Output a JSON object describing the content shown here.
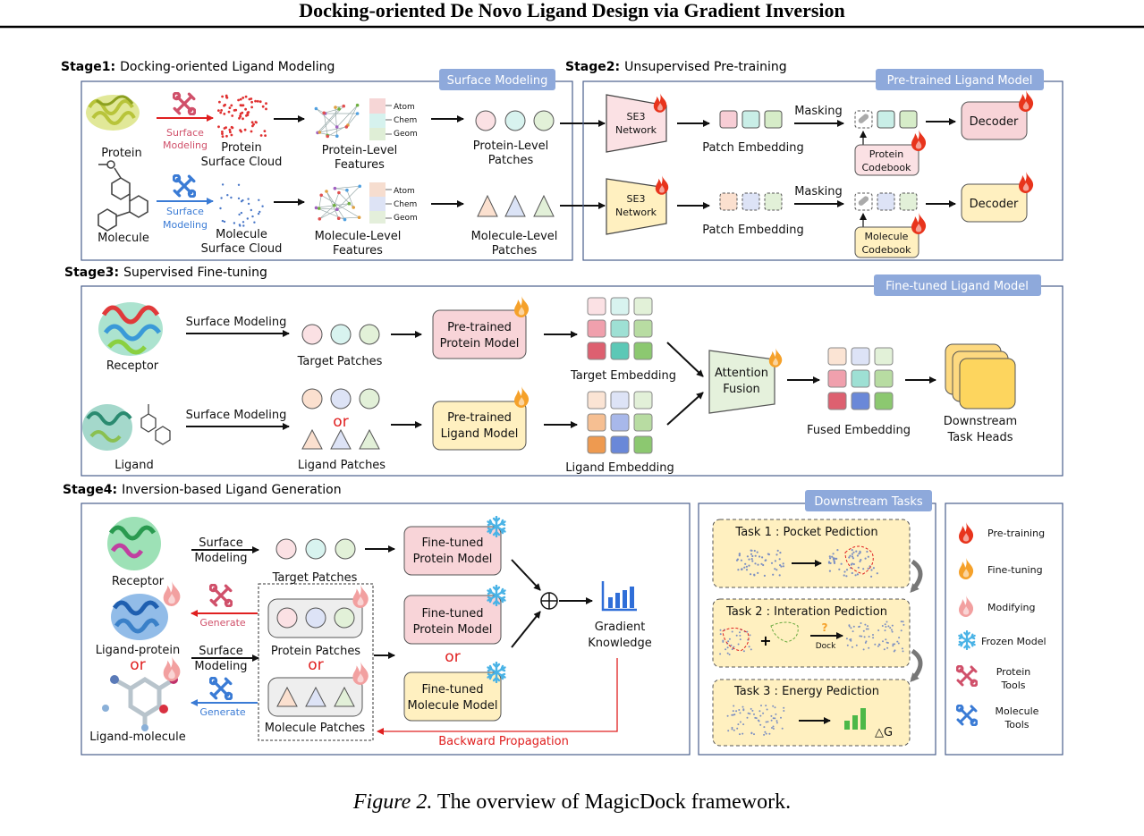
{
  "header": {
    "title": "Docking-oriented De Novo Ligand Design via Gradient Inversion"
  },
  "stage1": {
    "label_bold": "Stage1:",
    "label": "Docking-oriented Ligand Modeling",
    "tag": "Surface Modeling",
    "protein": "Protein",
    "molecule": "Molecule",
    "surface_modeling_1": "Surface",
    "surface_modeling_2": "Modeling",
    "protein_cloud_1": "Protein",
    "protein_cloud_2": "Surface Cloud",
    "molecule_cloud_1": "Molecule",
    "molecule_cloud_2": "Surface Cloud",
    "atom": "Atom",
    "chem": "Chem",
    "geom": "Geom",
    "protein_features_1": "Protein-Level",
    "protein_features_2": "Features",
    "molecule_features_1": "Molecule-Level",
    "molecule_features_2": "Features",
    "protein_patches_1": "Protein-Level",
    "protein_patches_2": "Patches",
    "molecule_patches_1": "Molecule-Level",
    "molecule_patches_2": "Patches"
  },
  "stage2": {
    "label_bold": "Stage2:",
    "label": "Unsupervised Pre-training",
    "tag": "Pre-trained Ligand Model",
    "se3_1": "SE3",
    "se3_2": "Network",
    "patch_embedding": "Patch Embedding",
    "masking": "Masking",
    "decoder": "Decoder",
    "protein_codebook_1": "Protein",
    "protein_codebook_2": "Codebook",
    "molecule_codebook_1": "Molecule",
    "molecule_codebook_2": "Codebook"
  },
  "stage3": {
    "label_bold": "Stage3:",
    "label": "Supervised Fine-tuning",
    "tag": "Fine-tuned Ligand Model",
    "receptor": "Receptor",
    "ligand": "Ligand",
    "surface_modeling": "Surface Modeling",
    "target_patches": "Target Patches",
    "ligand_patches": "Ligand Patches",
    "or": "or",
    "pretrained_protein_1": "Pre-trained",
    "pretrained_protein_2": "Protein Model",
    "pretrained_ligand_1": "Pre-trained",
    "pretrained_ligand_2": "Ligand Model",
    "target_embedding": "Target Embedding",
    "ligand_embedding": "Ligand Embedding",
    "attention_1": "Attention",
    "attention_2": "Fusion",
    "fused_embedding": "Fused Embedding",
    "downstream_1": "Downstream",
    "downstream_2": "Task Heads"
  },
  "stage4": {
    "label_bold": "Stage4:",
    "label": "Inversion-based Ligand Generation",
    "receptor": "Receptor",
    "ligand_protein": "Ligand-protein",
    "ligand_molecule": "Ligand-molecule",
    "or": "or",
    "surface": "Surface",
    "modeling": "Modeling",
    "generate": "Generate",
    "target_patches": "Target Patches",
    "protein_patches": "Protein Patches",
    "molecule_patches": "Molecule Patches",
    "finetuned_1": "Fine-tuned",
    "protein_model": "Protein Model",
    "molecule_model": "Molecule Model",
    "gradient_1": "Gradient",
    "gradient_2": "Knowledge",
    "backward": "Backward Propagation"
  },
  "tasks": {
    "tag": "Downstream Tasks",
    "task1": "Task 1 : Pocket Pediction",
    "task2": "Task 2 : Interation Pediction",
    "task3": "Task 3 : Energy Pediction",
    "dock": "Dock",
    "delta_g": "△G"
  },
  "legend": {
    "pretraining": "Pre-training",
    "finetuning": "Fine-tuning",
    "modifying": "Modifying",
    "frozen": "Frozen Model",
    "protein_tools_1": "Protein",
    "protein_tools_2": "Tools",
    "molecule_tools_1": "Molecule",
    "molecule_tools_2": "Tools"
  },
  "caption": {
    "fig": "Figure 2.",
    "text": "The overview of MagicDock framework."
  },
  "colors": {
    "tag_bg": "#8ea9db",
    "box_border": "#4a5f8c",
    "pink": "#f8d4d8",
    "yellow": "#fff0c0",
    "green": "#e5f1dc",
    "red_arrow": "#e02020",
    "blue_arrow": "#3a7bd5",
    "flame_red": "#e8341c",
    "flame_orange": "#f5a12a",
    "snow": "#4ab3e6"
  }
}
